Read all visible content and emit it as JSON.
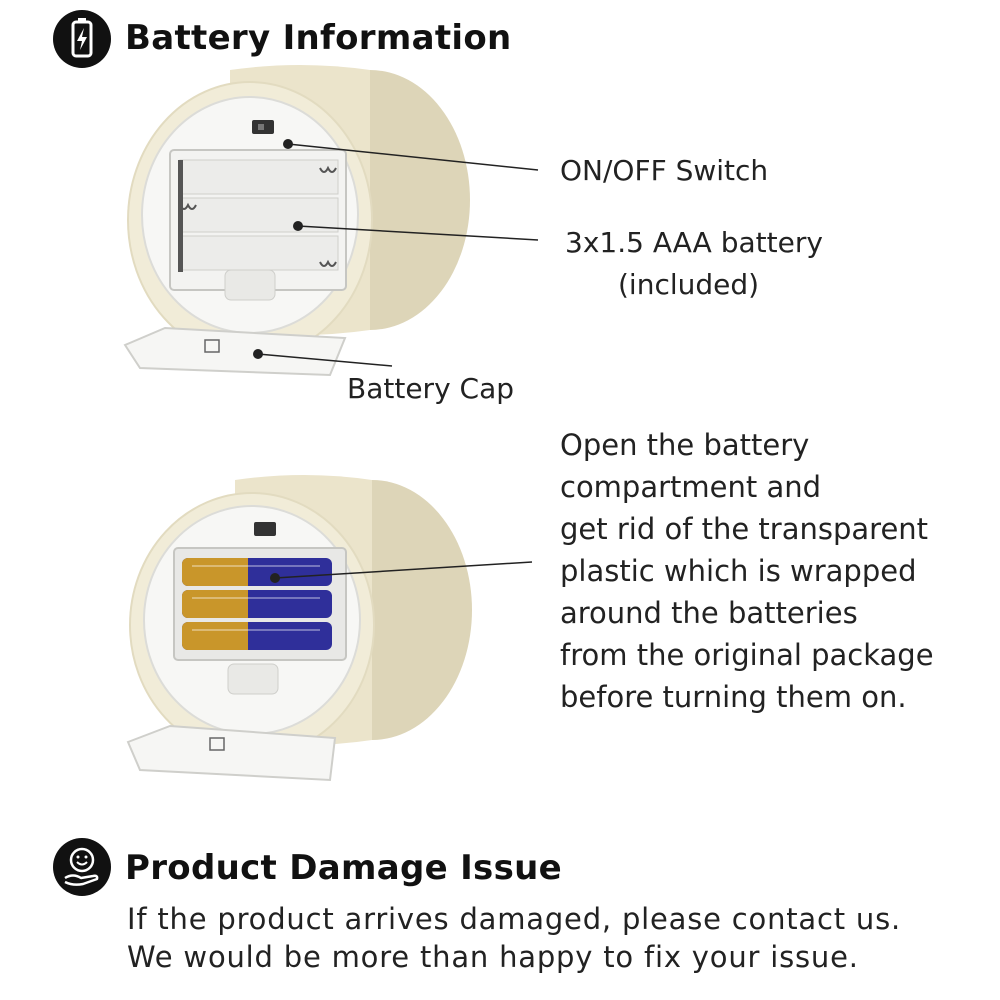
{
  "battery_section": {
    "title": "Battery Information",
    "icon": "battery-icon"
  },
  "callouts": {
    "switch": "ON/OFF Switch",
    "battery_line1": "3x1.5 AAA battery",
    "battery_line2": "(included)",
    "cap": "Battery Cap"
  },
  "instructions": {
    "lines": [
      "Open the battery",
      "compartment and",
      "get rid of the transparent",
      "plastic which is wrapped",
      "around the batteries",
      "from the original package",
      "before turning them on."
    ]
  },
  "damage_section": {
    "title": "Product Damage Issue",
    "icon": "smile-hand-icon",
    "lines": [
      "If the product arrives damaged, please contact us.",
      "We would be more than happy to fix your issue."
    ]
  },
  "colors": {
    "candle": "#efe9d3",
    "candle_shadow": "#ddd5b8",
    "battery_blue": "#2f2f9a",
    "battery_gold": "#c9962a"
  }
}
